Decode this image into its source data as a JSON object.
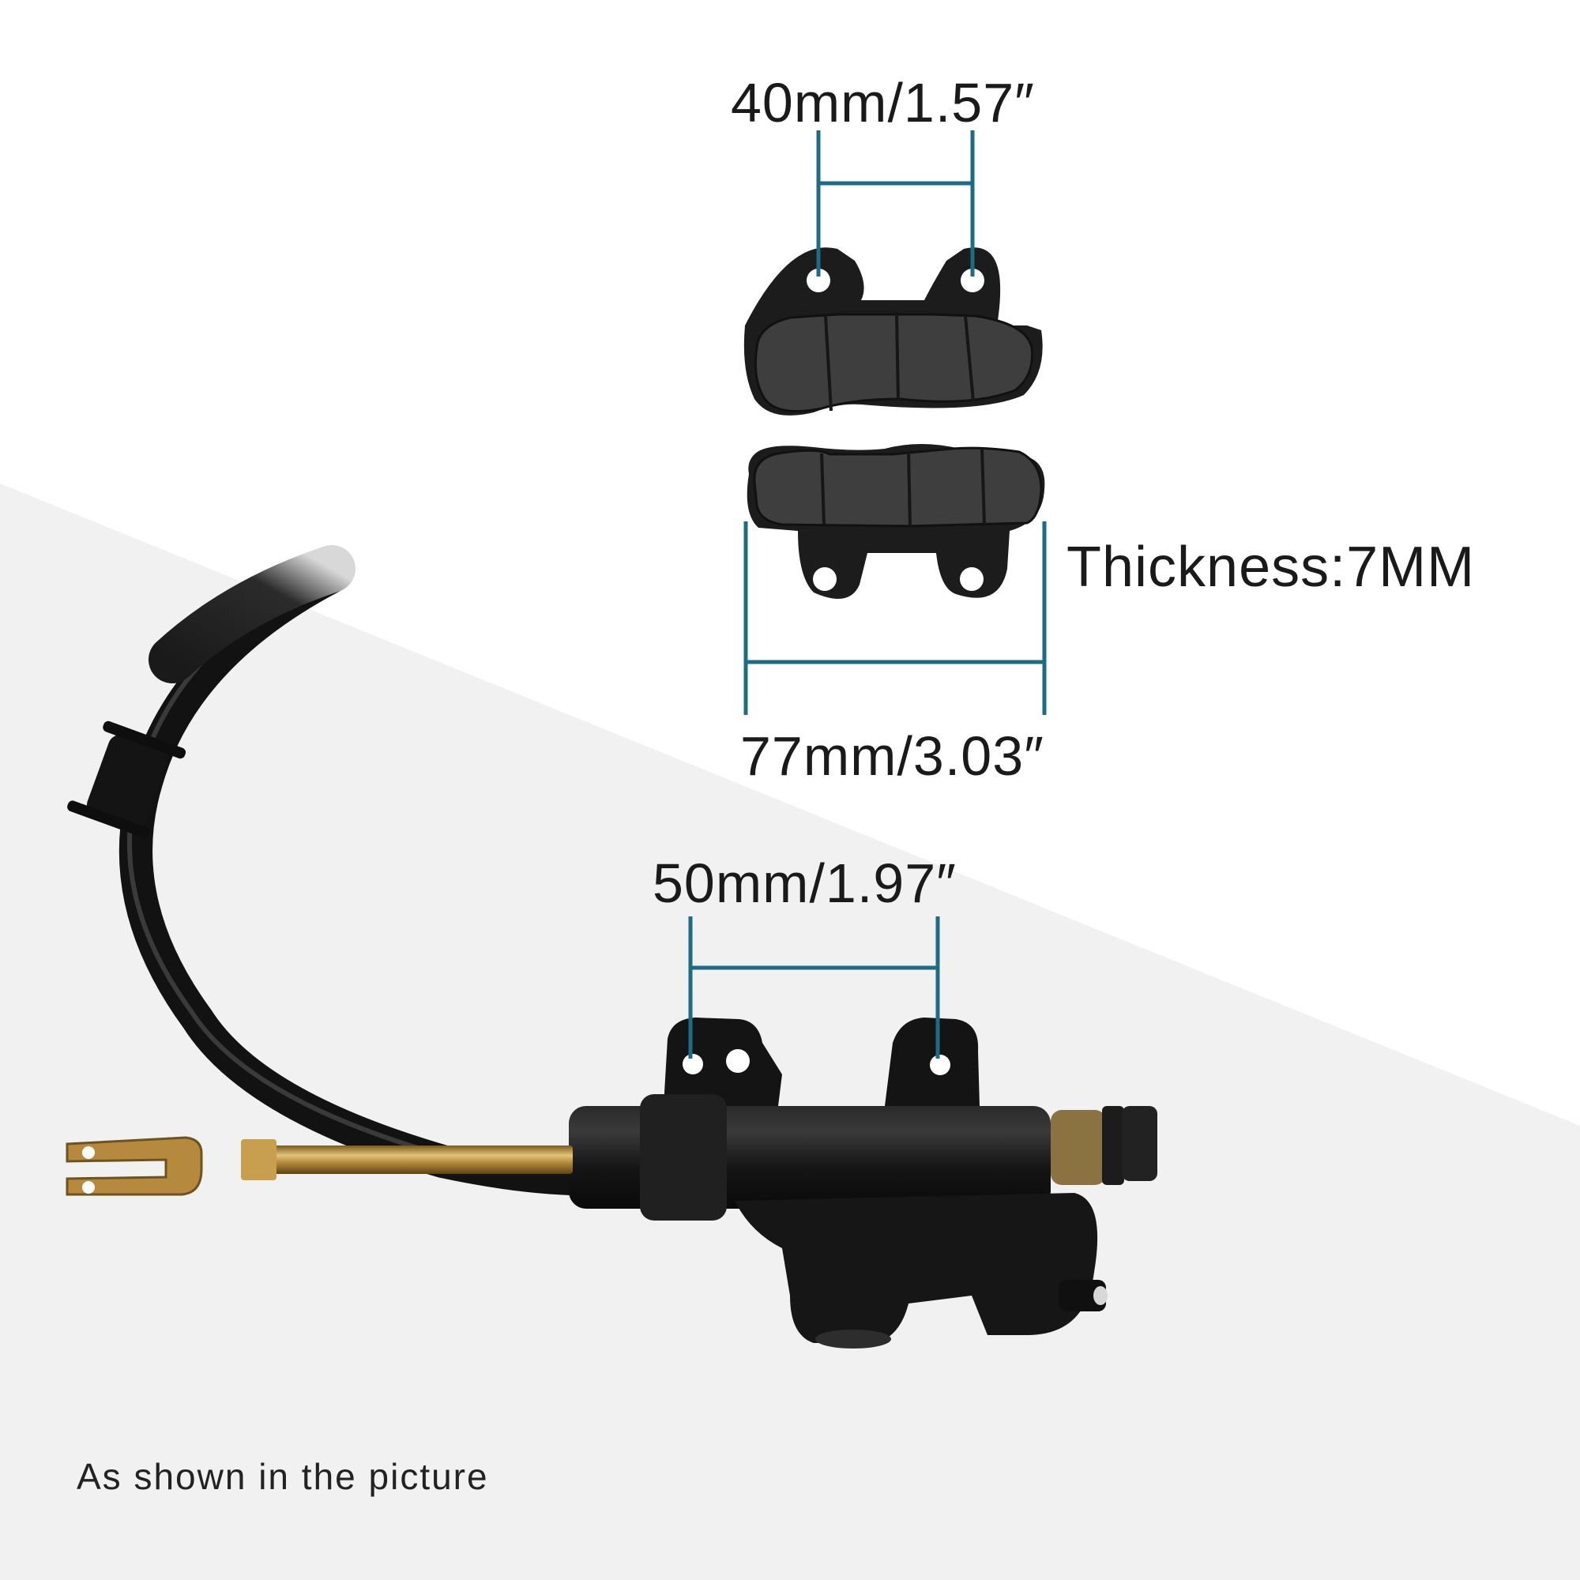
{
  "dimensions": {
    "top_hole_spacing": "40mm/1.57″",
    "pad_width": "77mm/3.03″",
    "thickness": "Thickness:7MM",
    "master_cylinder_hole_spacing": "50mm/1.97″"
  },
  "caption": "As shown in the picture",
  "colors": {
    "dimension_line": "#1e6b85",
    "pad_backing": "#1c1c1c",
    "pad_friction": "#3e3e3e",
    "background_grey": "#f1f1f1",
    "rod_brass": "#b58a3c"
  }
}
